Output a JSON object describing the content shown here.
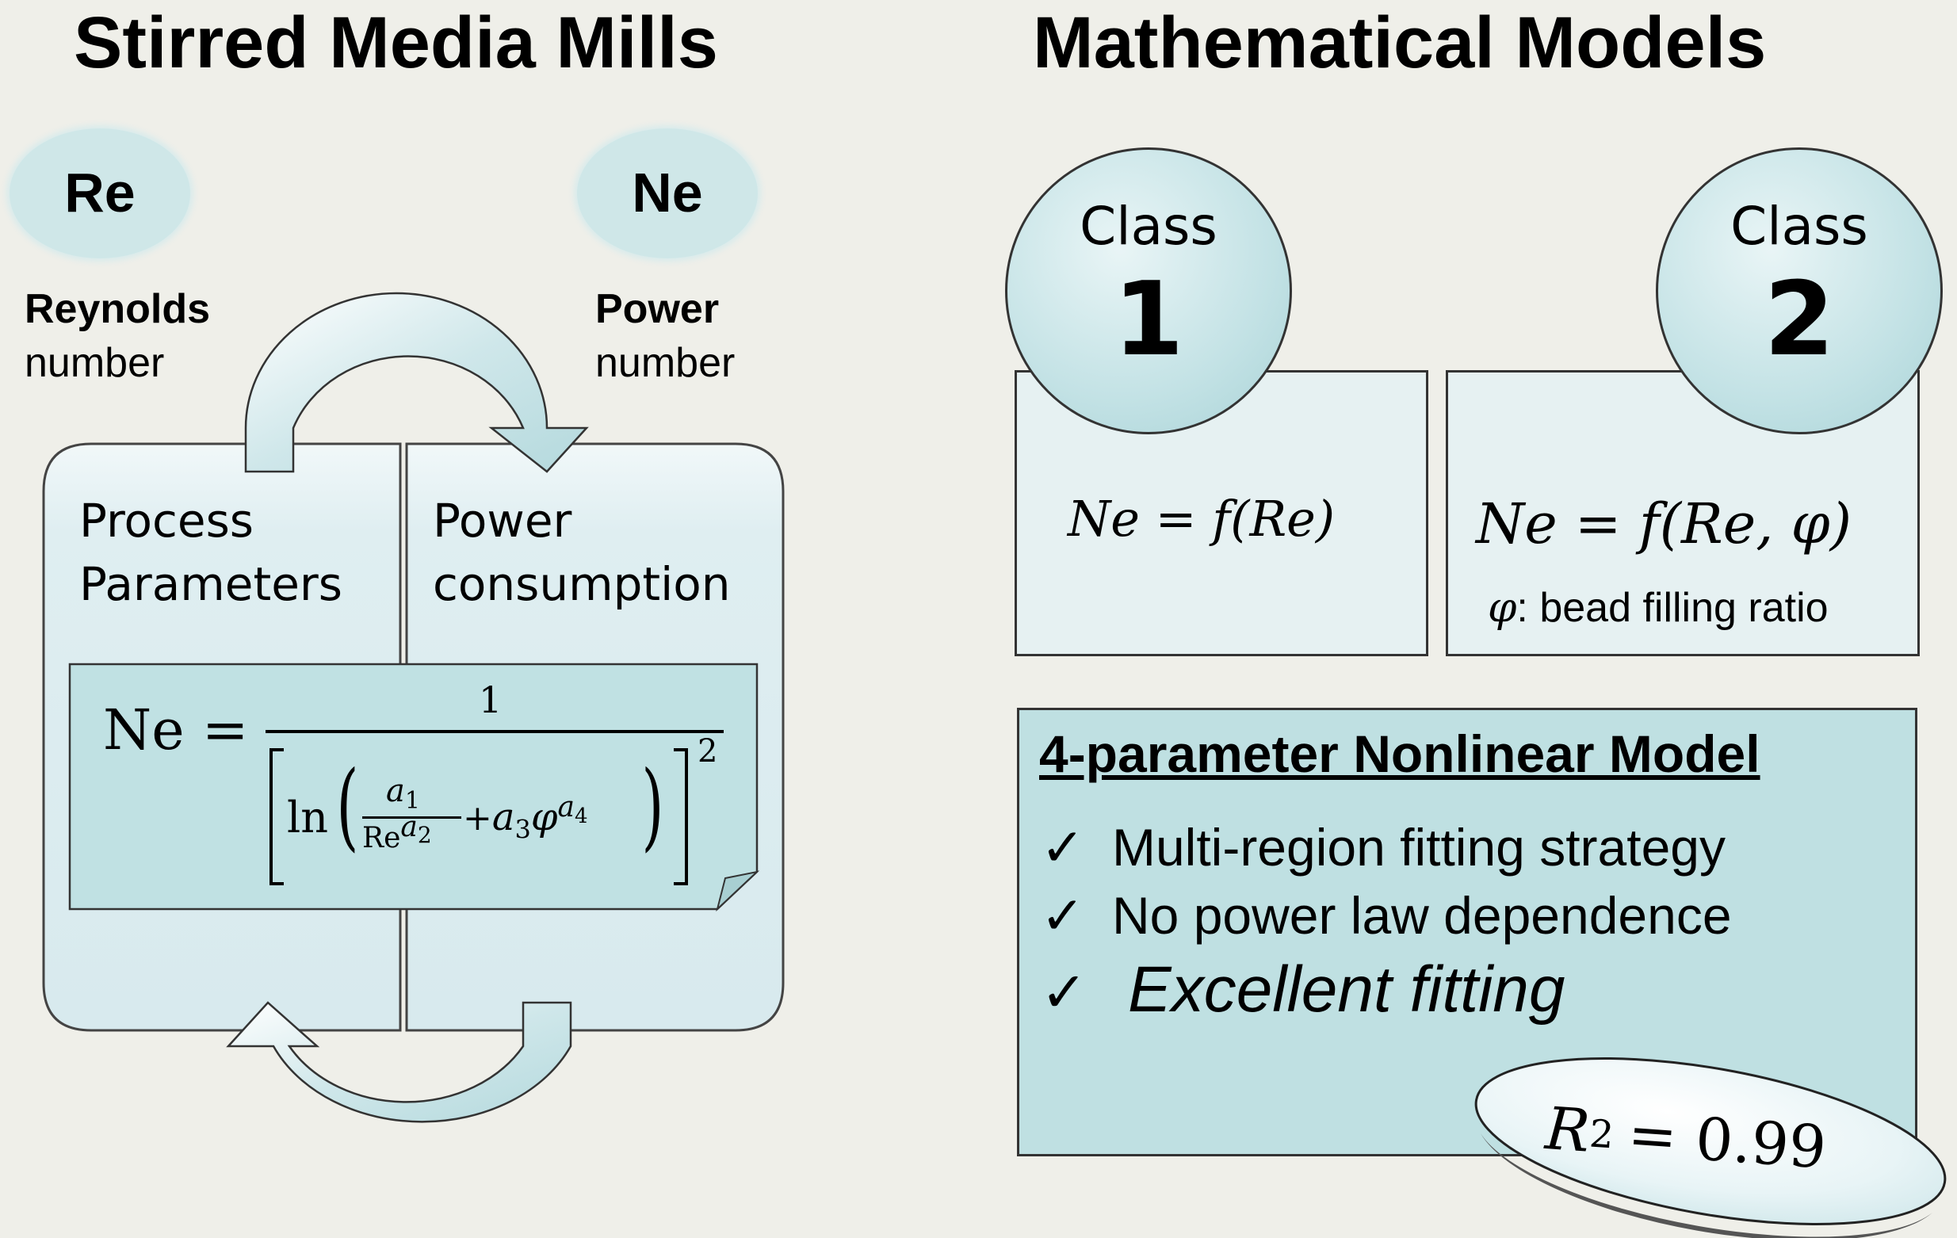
{
  "left": {
    "title": "Stirred Media Mills",
    "bubble_re": "Re",
    "bubble_ne": "Ne",
    "re_caption_bold": "Reynolds",
    "re_caption": "number",
    "ne_caption_bold": "Power",
    "ne_caption": "number",
    "panel_left_line1": "Process",
    "panel_left_line2": "Parameters",
    "panel_right_line1": "Power",
    "panel_right_line2": "consumption",
    "formula": {
      "lhs": "Ne =",
      "numerator": "1",
      "ln": "ln",
      "a1": "a",
      "a1_sub": "1",
      "re_base": "Re",
      "a2": "a",
      "a2_sub": "2",
      "plus": "+",
      "a3": "a",
      "a3_sub": "3",
      "phi": "φ",
      "a4": "a",
      "a4_sub": "4",
      "exponent": "2"
    }
  },
  "right": {
    "title": "Mathematical Models",
    "class1": {
      "word": "Class",
      "number": "1",
      "equation": "Ne = f(Re)"
    },
    "class2": {
      "word": "Class",
      "number": "2",
      "equation": "Ne = f(Re, φ)",
      "note_symbol": "φ",
      "note_text": ": bead filling ratio"
    },
    "model": {
      "heading": "4-parameter Nonlinear Model",
      "check_mark": "✓",
      "items": [
        "Multi-region fitting strategy",
        "No power law dependence",
        "Excellent fitting"
      ],
      "r2": {
        "symbol": "R",
        "exp": "2",
        "value": "= 0.99"
      }
    }
  },
  "colors": {
    "background": "#efefe9",
    "bubble": "#cfe7e8",
    "panel_fill": "#dfeef1",
    "teal": "#bfe0e2",
    "light_box": "#e6f1f2",
    "border": "#333333"
  }
}
